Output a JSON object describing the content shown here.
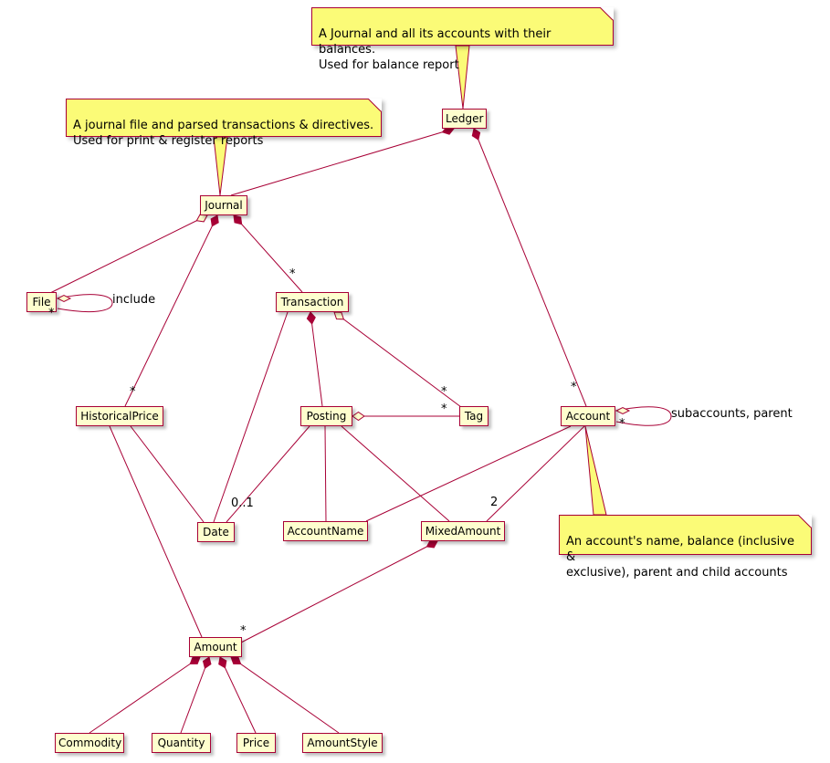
{
  "diagram": {
    "colors": {
      "class_bg": "#FEFECE",
      "note_bg": "#FBFB77",
      "border": "#A80036",
      "edge": "#A80036",
      "text": "#000000"
    },
    "notes": [
      {
        "id": "note-ledger",
        "text": "A Journal and all its accounts with their balances.\nUsed for balance report"
      },
      {
        "id": "note-journal",
        "text": "A journal file and parsed transactions & directives.\nUsed for print & register reports"
      },
      {
        "id": "note-account",
        "text": "An account's name, balance (inclusive &\nexclusive), parent and child accounts"
      }
    ],
    "classes": [
      {
        "name": "Ledger"
      },
      {
        "name": "Journal"
      },
      {
        "name": "File"
      },
      {
        "name": "Transaction"
      },
      {
        "name": "HistoricalPrice"
      },
      {
        "name": "Posting"
      },
      {
        "name": "Tag"
      },
      {
        "name": "Account"
      },
      {
        "name": "Date"
      },
      {
        "name": "AccountName"
      },
      {
        "name": "MixedAmount"
      },
      {
        "name": "Amount"
      },
      {
        "name": "Commodity"
      },
      {
        "name": "Quantity"
      },
      {
        "name": "Price"
      },
      {
        "name": "AmountStyle"
      }
    ],
    "edge_labels": [
      {
        "id": "file-include-label",
        "text": "include"
      },
      {
        "id": "file-include-mult",
        "text": "*"
      },
      {
        "id": "journal-transaction-mult",
        "text": "*"
      },
      {
        "id": "journal-historicalprice-mult",
        "text": "*"
      },
      {
        "id": "transaction-tag-mult",
        "text": "*"
      },
      {
        "id": "posting-tag-mult",
        "text": "*"
      },
      {
        "id": "ledger-account-mult",
        "text": "*"
      },
      {
        "id": "account-loop-mult",
        "text": "*"
      },
      {
        "id": "account-loop-label",
        "text": "subaccounts, parent"
      },
      {
        "id": "posting-date-mult",
        "text": "0..1"
      },
      {
        "id": "account-mixedamount-mult",
        "text": "2"
      },
      {
        "id": "mixedamount-amount-mult",
        "text": "*"
      }
    ]
  }
}
